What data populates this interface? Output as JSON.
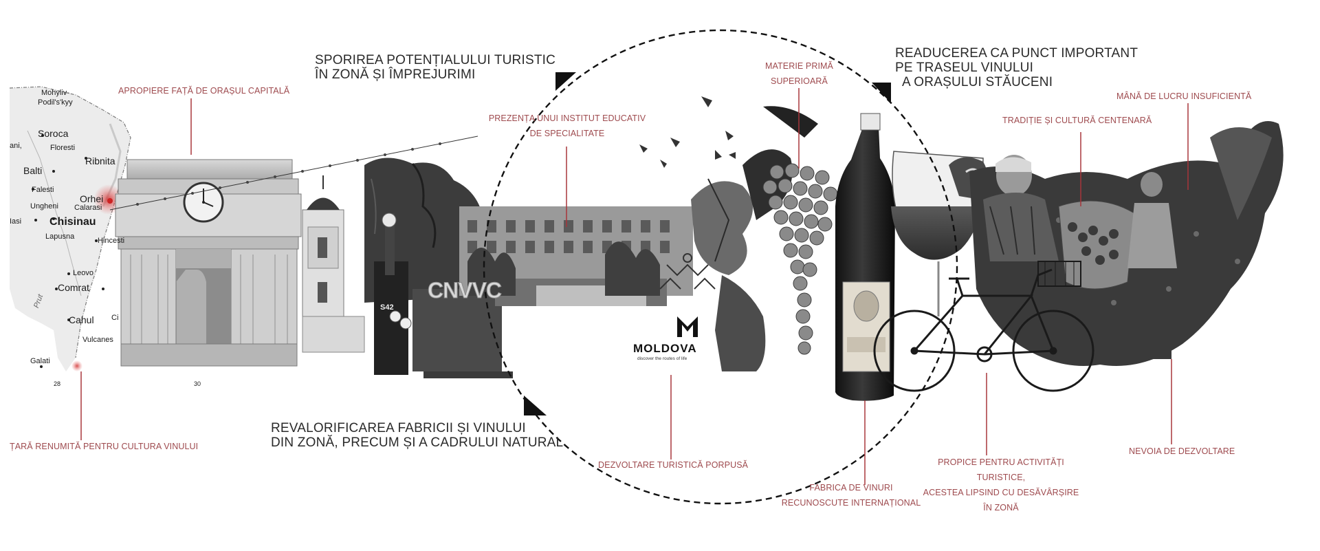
{
  "headings": {
    "tourism_potential": [
      "SPORIREA POTENȚIALULUI TURISTIC",
      "ÎN ZONĂ ȘI ÎMPREJURIMI"
    ],
    "wine_route": [
      "READUCEREA CA PUNCT IMPORTANT",
      "PE TRASEUL VINULUI",
      "A ORAȘULUI STĂUCENI"
    ],
    "revaluation": [
      "REVALORIFICAREA FABRICII ȘI VINULUI",
      "DIN ZONĂ, PRECUM ȘI A CADRULUI NATURAL"
    ]
  },
  "labels": {
    "capital_proximity": "APROPIERE FAȚĂ DE ORAȘUL CAPITALĂ",
    "wine_country": "ȚARĂ RENUMITĂ PENTRU CULTURA VINULUI",
    "institute": [
      "PREZENȚA UNUI  INSTITUT EDUCATIV",
      "DE SPECIALITATE"
    ],
    "raw_material": [
      "MATERIE PRIMĂ",
      "SUPERIOARĂ"
    ],
    "tradition": "TRADIȚIE ȘI CULTURĂ CENTENARĂ",
    "labor": "MÂNĂ DE LUCRU INSUFICIENTĂ",
    "tourism_dev": "DEZVOLTARE TURISTICĂ PORPUSĂ",
    "wine_factory": [
      "FABRICA DE VINURI",
      "RECUNOSCUTE INTERNAȚIONAL"
    ],
    "tourism_activities": [
      "PROPICE PENTRU ACTIVITĂȚI",
      "TURISTICE,",
      "ACESTEA LIPSIND CU DESĂVÂRȘIRE",
      "ÎN ZONĂ"
    ],
    "development_need": "NEVOIA DE DEZVOLTARE"
  },
  "map": {
    "cities": [
      "Mohyliv-",
      "Podil's'kyy",
      "Soroca",
      "ani,",
      "Floresti",
      "Ribnita",
      "Balti",
      "Falesti",
      "Orhei",
      "Ungheni",
      "Calarasi",
      "Iasi",
      "Chisinau",
      "Lapusna",
      "Hincesti",
      "Leovo",
      "Comrat",
      "Cahul",
      "Ci",
      "Vulcanes",
      "Galati"
    ],
    "river": "Prut",
    "grid_numbers": [
      "28",
      "30"
    ]
  },
  "collage": {
    "sign_text": "CNVVC",
    "sign_number": "S42",
    "logo_name": "MOLDOVA",
    "logo_tagline": "discover the routes of life"
  },
  "colors": {
    "label": "#9e4a4e",
    "leader_line": "#a8353b",
    "heading": "#2a2a2a",
    "circle": "#111111"
  }
}
